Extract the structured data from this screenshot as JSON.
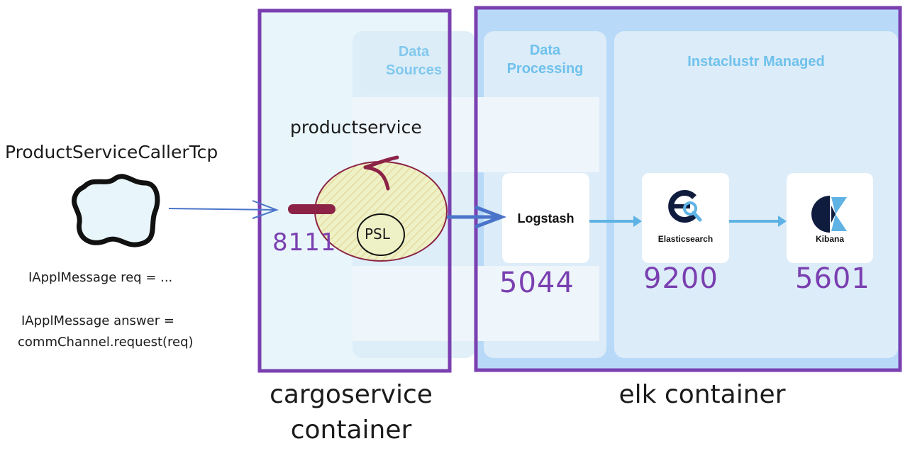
{
  "client": {
    "name": "ProductServiceCallerTcp",
    "code_line1": "IApplMessage req = ...",
    "code_line2": "IApplMessage answer =",
    "code_line3": "commChannel.request(req)"
  },
  "cargoservice_container": {
    "caption_line1": "cargoservice",
    "caption_line2": "container",
    "port": "8111",
    "actor_name": "productservice",
    "psl_label": "PSL"
  },
  "panels": {
    "data_sources": {
      "title_line1": "Data",
      "title_line2": "Sources"
    },
    "data_processing": {
      "title_line1": "Data",
      "title_line2": "Processing"
    },
    "instaclustr": {
      "title": "Instaclustr Managed"
    }
  },
  "elk_container": {
    "caption": "elk container",
    "logstash": {
      "label": "Logstash",
      "port": "5044"
    },
    "elasticsearch": {
      "label": "Elasticsearch",
      "port": "9200"
    },
    "kibana": {
      "label": "Kibana",
      "port": "5601"
    }
  },
  "colors": {
    "container_border": "#7a3fb0",
    "panel_title": "#6ec1ec",
    "arrow_blue": "#4a74c9",
    "arrow_light": "#5fb2e4",
    "actor_red": "#8c2346",
    "psl_fill": "#eef0c6"
  }
}
